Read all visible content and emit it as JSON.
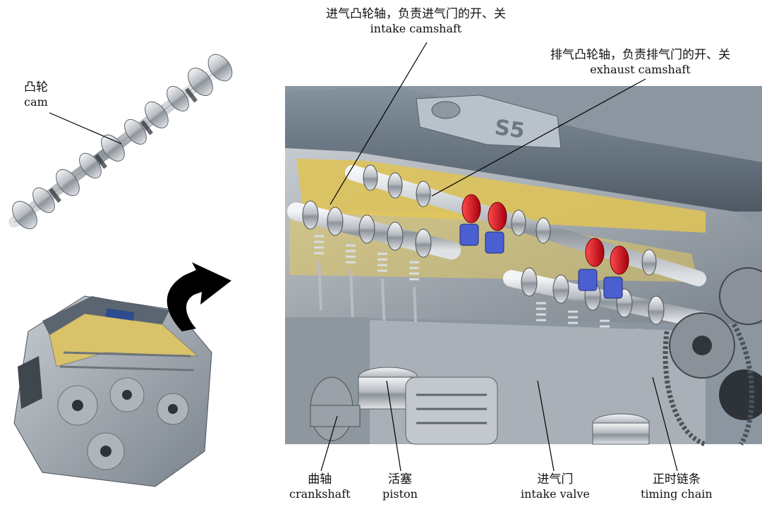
{
  "labels": {
    "cam": {
      "zh": "凸轮",
      "en": "cam"
    },
    "intake_camshaft": {
      "zh": "进气凸轮轴，负责进气门的开、关",
      "en": "intake camshaft"
    },
    "exhaust_camshaft": {
      "zh": "排气凸轮轴，负责排气门的开、关",
      "en": "exhaust camshaft"
    },
    "crankshaft": {
      "zh": "曲轴",
      "en": "crankshaft"
    },
    "piston": {
      "zh": "活塞",
      "en": "piston"
    },
    "intake_valve": {
      "zh": "进气门",
      "en": "intake valve"
    },
    "timing_chain": {
      "zh": "正时链条",
      "en": "timing chain"
    }
  },
  "colors": {
    "engine_body": "#6e7c8a",
    "engine_dark": "#3f4a55",
    "cutaway_yellow": "#e2c45a",
    "exhaust_cam_lobe": "#d81c2c",
    "exhaust_tappet": "#3a4fb8",
    "steel": "#c9cdd2",
    "arrow": "#000000"
  }
}
